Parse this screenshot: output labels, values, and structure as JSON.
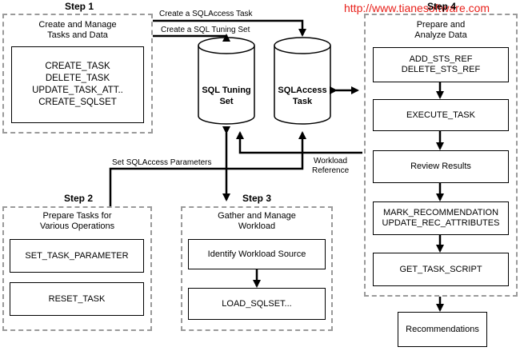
{
  "watermark": "http://www.tianesoftware.com",
  "connectors": {
    "create_sqlaccess_task": "Create a SQLAccess Task",
    "create_sql_tuning_set": "Create a SQL Tuning Set",
    "set_sqlaccess_parameters": "Set SQLAccess Parameters",
    "workload_reference_1": "Workload",
    "workload_reference_2": "Reference"
  },
  "stores": {
    "sql_tuning_set": [
      "SQL Tuning",
      "Set"
    ],
    "sqlaccess_task": [
      "SQLAccess",
      "Task"
    ]
  },
  "step1": {
    "label": "Step 1",
    "title": [
      "Create and Manage",
      "Tasks and Data"
    ],
    "items": [
      "CREATE_TASK",
      "DELETE_TASK",
      "UPDATE_TASK_ATT..",
      "CREATE_SQLSET"
    ]
  },
  "step2": {
    "label": "Step 2",
    "title": [
      "Prepare Tasks for",
      "Various Operations"
    ],
    "set_task_parameter": "SET_TASK_PARAMETER",
    "reset_task": "RESET_TASK"
  },
  "step3": {
    "label": "Step 3",
    "title": [
      "Gather and Manage",
      "Workload"
    ],
    "identify_workload_source": "Identify Workload Source",
    "load_sqlset": "LOAD_SQLSET..."
  },
  "step4": {
    "label": "Step 4",
    "title": [
      "Prepare and",
      "Analyze Data"
    ],
    "sts_ref": [
      "ADD_STS_REF",
      "DELETE_STS_REF"
    ],
    "execute_task": "EXECUTE_TASK",
    "review_results": "Review Results",
    "mark_update": [
      "MARK_RECOMMENDATION",
      "UPDATE_REC_ATTRIBUTES"
    ],
    "get_task_script": "GET_TASK_SCRIPT"
  },
  "recommendations": "Recommendations"
}
